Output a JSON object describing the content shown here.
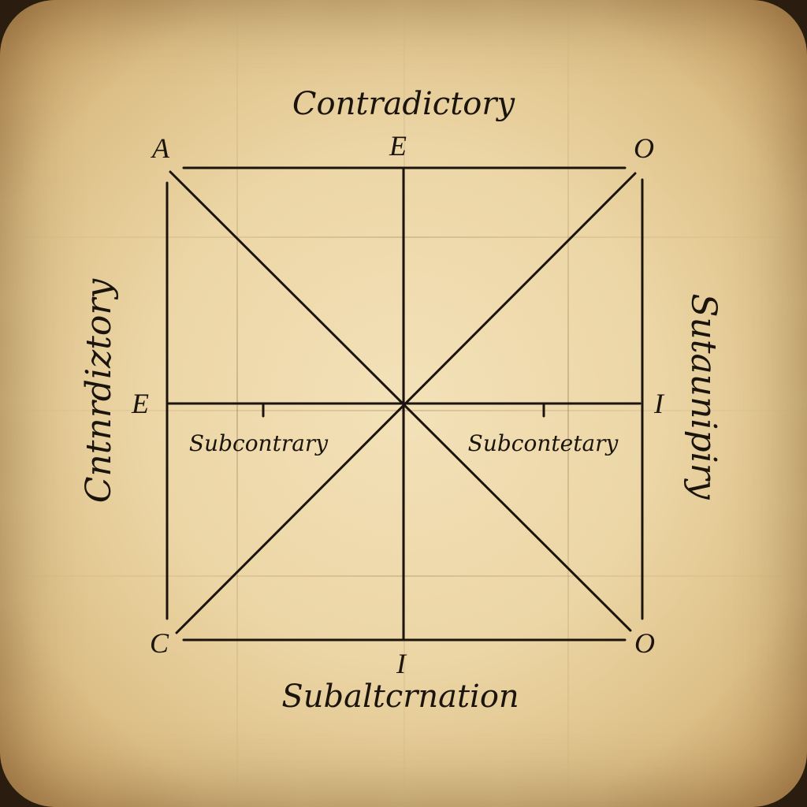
{
  "diagram": {
    "corners": {
      "top_left": "A",
      "top_mid": "E",
      "top_right": "O",
      "mid_left": "E",
      "mid_right": "I",
      "bottom_left": "C",
      "bottom_mid": "I",
      "bottom_right": "O"
    },
    "labels": {
      "top": "Contradictory",
      "left": "Cntnrdiztory",
      "right": "Sutaunipiry",
      "bottom": "Subaltcrnation",
      "inner_left": "Subcontrary",
      "inner_right": "Subcontetary"
    },
    "colors": {
      "ink": "#1a140c",
      "parchment": "#ecd6a6"
    }
  }
}
